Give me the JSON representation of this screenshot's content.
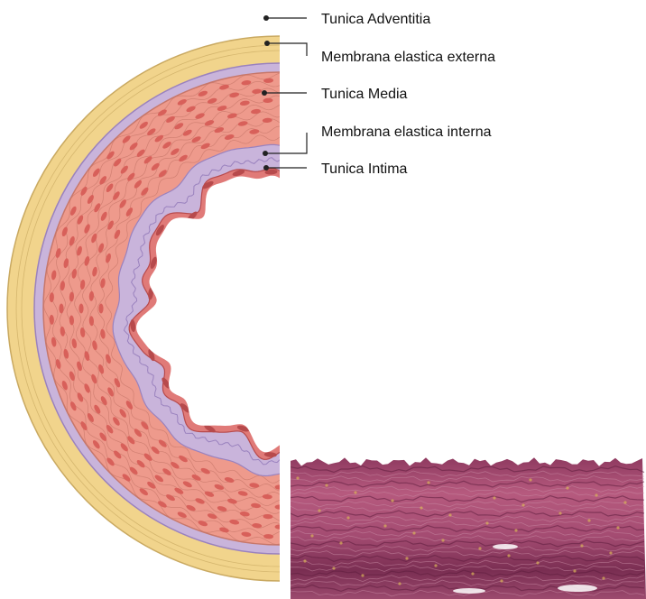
{
  "labels": {
    "adventitia": "Tunica Adventitia",
    "elastica_externa": "Membrana elastica externa",
    "media": "Tunica Media",
    "elastica_interna": "Membrana elastica interna",
    "intima": "Tunica Intima"
  },
  "colors": {
    "adventitia": "#F1D48C",
    "adventitia_line": "#C9A961",
    "elastica": "#C9B4DB",
    "elastica_line": "#9A82BE",
    "media": "#EE9A8C",
    "media_line": "#C7776A",
    "nucleus": "#D8605A",
    "intima": "#E07A78",
    "intima_line": "#B74A4C",
    "leader": "#222222",
    "histology_base": "#9A3F66"
  },
  "icons": {
    "leader_dot": "filled-circle",
    "histology": "histology-micrograph"
  }
}
